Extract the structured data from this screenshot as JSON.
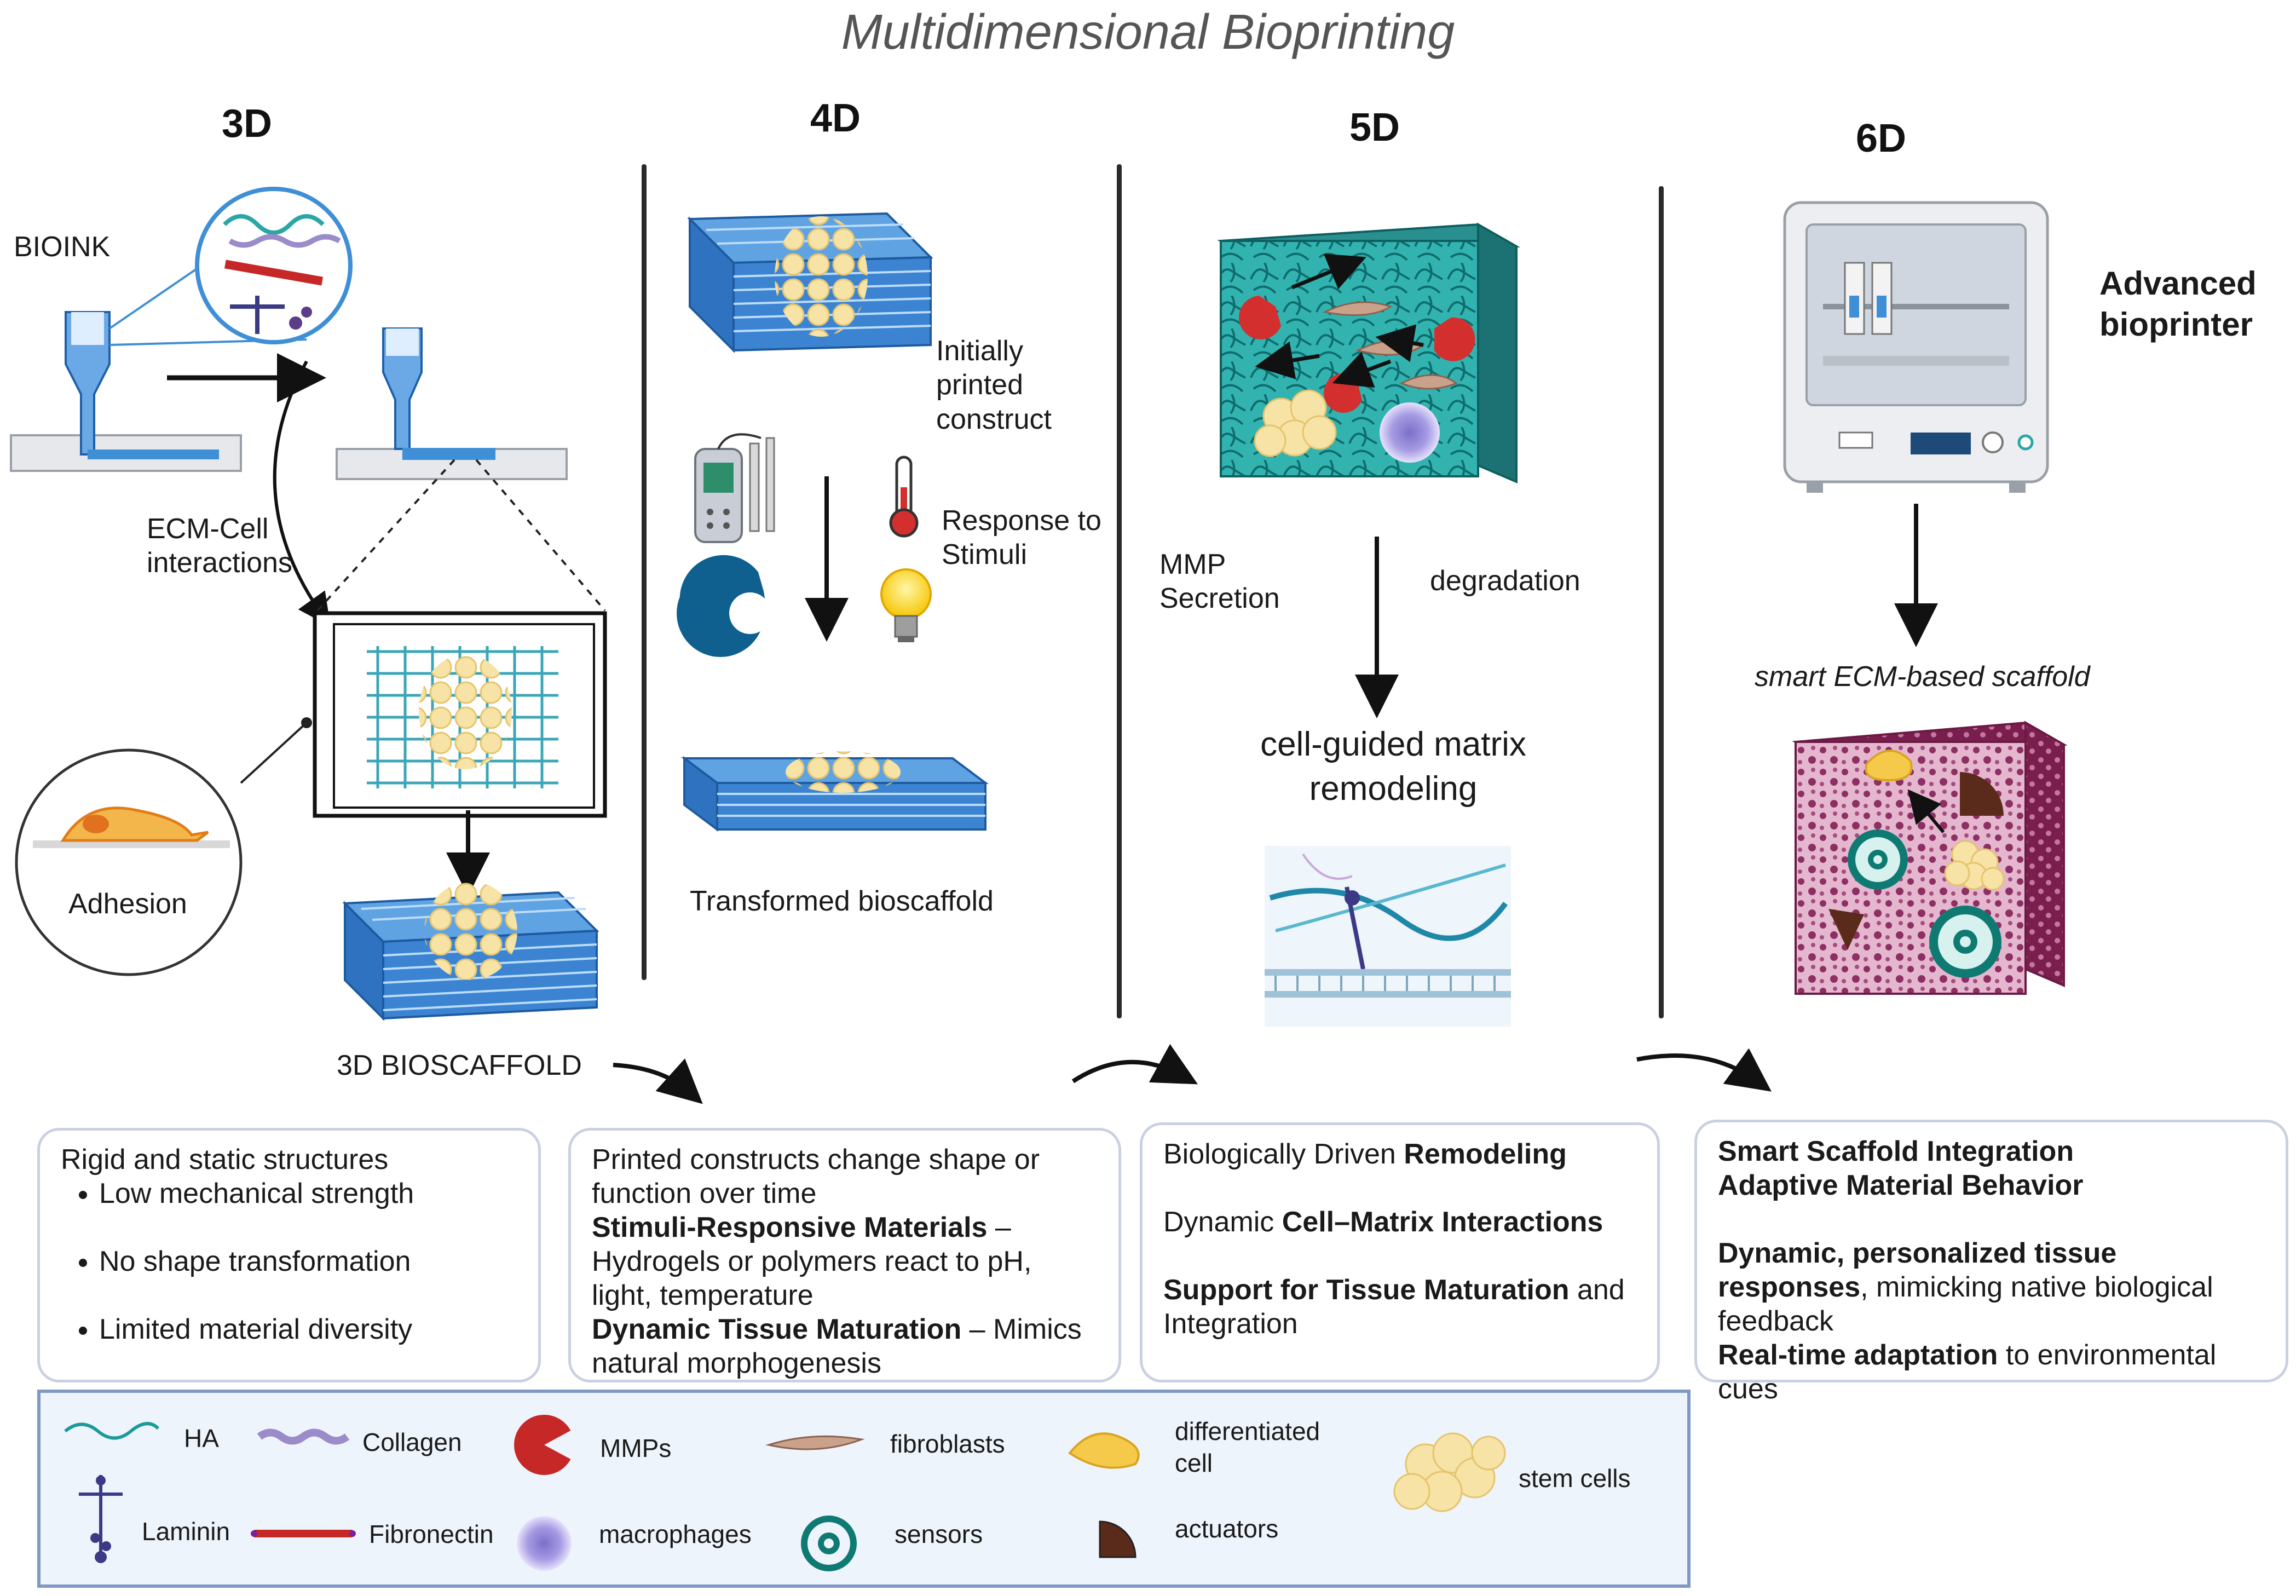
{
  "title": "Multidimensional Bioprinting",
  "columns": {
    "d3": {
      "header": "3D",
      "bioink": "BIOINK",
      "ecm_cell": "ECM-Cell\ninteractions",
      "adhesion": "Adhesion",
      "bioscaffold": "3D BIOSCAFFOLD"
    },
    "d4": {
      "header": "4D",
      "initially": "Initially\nprinted\nconstruct",
      "response": "Response to\nStimuli",
      "transformed": "Transformed bioscaffold"
    },
    "d5": {
      "header": "5D",
      "mmp": "MMP\nSecretion",
      "degradation": "degradation",
      "remodeling": "cell-guided matrix\nremodeling"
    },
    "d6": {
      "header": "6D",
      "printer": "Advanced\nbioprinter",
      "smart": "smart ECM-based scaffold"
    }
  },
  "panels": {
    "p3d": {
      "intro": "Rigid and static structures",
      "bullets": [
        "Low mechanical strength",
        "No shape transformation",
        "Limited material diversity"
      ]
    },
    "p4d": {
      "line1": "Printed constructs change shape or function over time",
      "b1": "Stimuli-Responsive Materials",
      "t1": " – Hydrogels or polymers react to pH, light, temperature",
      "b2": "Dynamic Tissue Maturation",
      "t2": " – Mimics natural morphogenesis"
    },
    "p5d": {
      "t1": "Biologically Driven ",
      "b1": "Remodeling",
      "t2": "Dynamic ",
      "b2": "Cell–Matrix Interactions",
      "b3": "Support for Tissue Maturation",
      "t3": " and Integration"
    },
    "p6d": {
      "b1": "Smart Scaffold Integration",
      "b2": "Adaptive Material Behavior",
      "b3": "Dynamic, personalized tissue responses",
      "t3": ", mimicking native biological feedback",
      "b4": "Real-time adaptation",
      "t4": " to environmental cues"
    }
  },
  "legend": {
    "ha": "HA",
    "collagen": "Collagen",
    "mmps": "MMPs",
    "fibroblasts": "fibroblasts",
    "differentiated": "differentiated\ncell",
    "stem": "stem cells",
    "laminin": "Laminin",
    "fibronectin": "Fibronectin",
    "macrophages": "macrophages",
    "sensors": "sensors",
    "actuators": "actuators"
  },
  "colors": {
    "scaffold_blue": "#3f8fd6",
    "cell_yellow": "#f7e3a6",
    "mmp_red": "#d32f2f",
    "ecm_teal": "#2aa6a6",
    "smart_pink": "#b5608f",
    "legend_bg": "#eef4fb",
    "legend_border": "#7f98c4",
    "panel_border": "#c9d1e0"
  }
}
